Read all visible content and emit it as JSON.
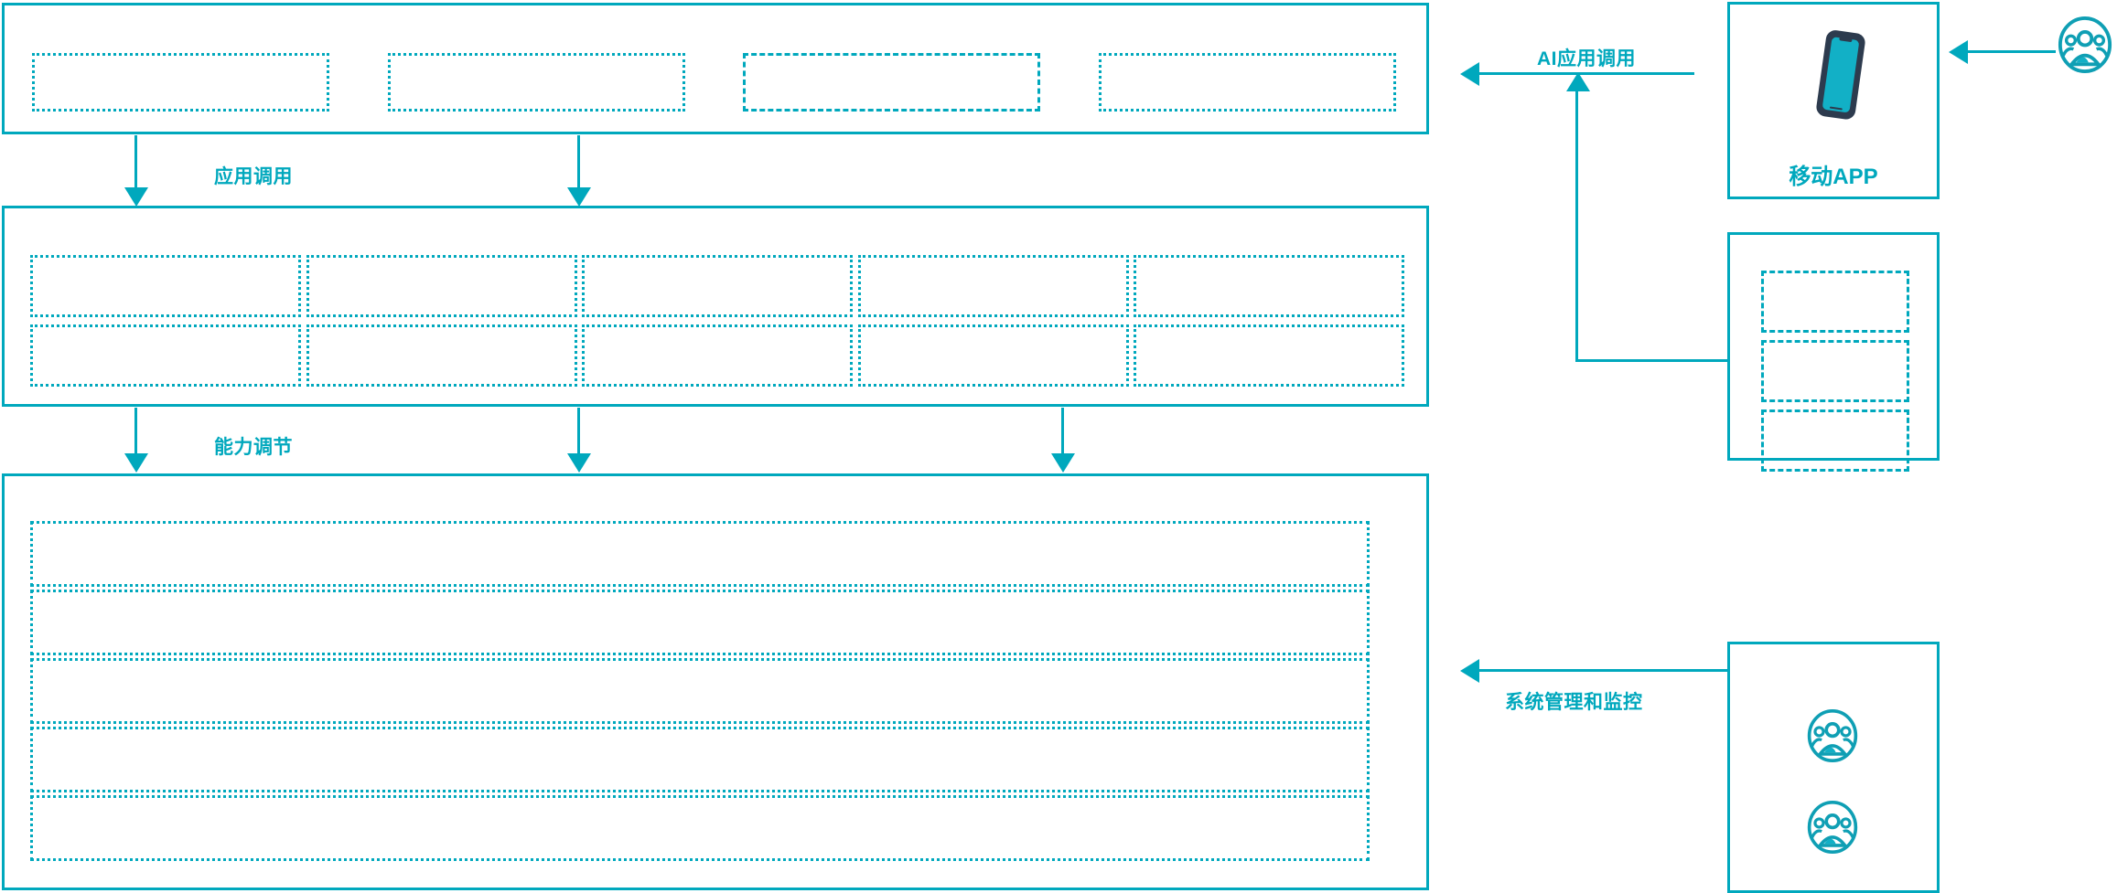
{
  "diagram": {
    "accent_color": "#00a8bd",
    "device_frame_color": "#2d3b4e",
    "background": "#ffffff",
    "layers": [
      {
        "id": "application-layer",
        "slots": [
          "",
          "",
          "",
          ""
        ]
      },
      {
        "id": "capability-layer",
        "slots_row1": [
          "",
          "",
          "",
          "",
          ""
        ],
        "slots_row2": [
          "",
          "",
          "",
          "",
          ""
        ]
      },
      {
        "id": "platform-layer",
        "slots": [
          "",
          "",
          "",
          "",
          ""
        ]
      }
    ],
    "side_panels": [
      {
        "id": "mobile-app-panel",
        "label": "移动APP",
        "icon": "smartphone-icon"
      },
      {
        "id": "secondary-client-panel",
        "label": "",
        "slots": [
          "",
          "",
          ""
        ]
      },
      {
        "id": "admin-panel",
        "label": "",
        "icons": [
          "user-group-icon",
          "user-group-icon"
        ]
      }
    ],
    "edge_labels": {
      "application_call": "应用调用",
      "capability_adjust": "能力调节",
      "ai_application_call": "AI应用调用",
      "system_management_and_monitoring": "系统管理和监控"
    },
    "external_actor": {
      "icon": "user-group-icon",
      "label": ""
    }
  }
}
